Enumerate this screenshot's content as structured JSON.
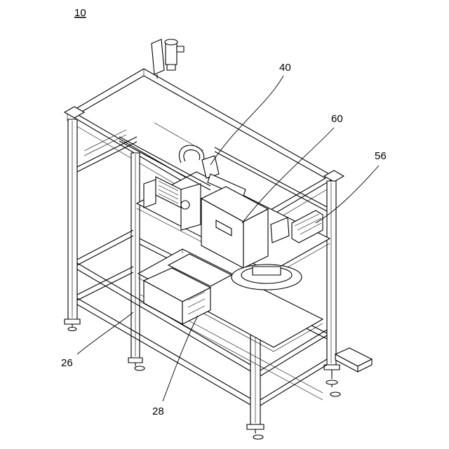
{
  "figure": {
    "number": "10",
    "labels": {
      "ref_26": "26",
      "ref_28": "28",
      "ref_40": "40",
      "ref_56": "56",
      "ref_60": "60"
    }
  }
}
